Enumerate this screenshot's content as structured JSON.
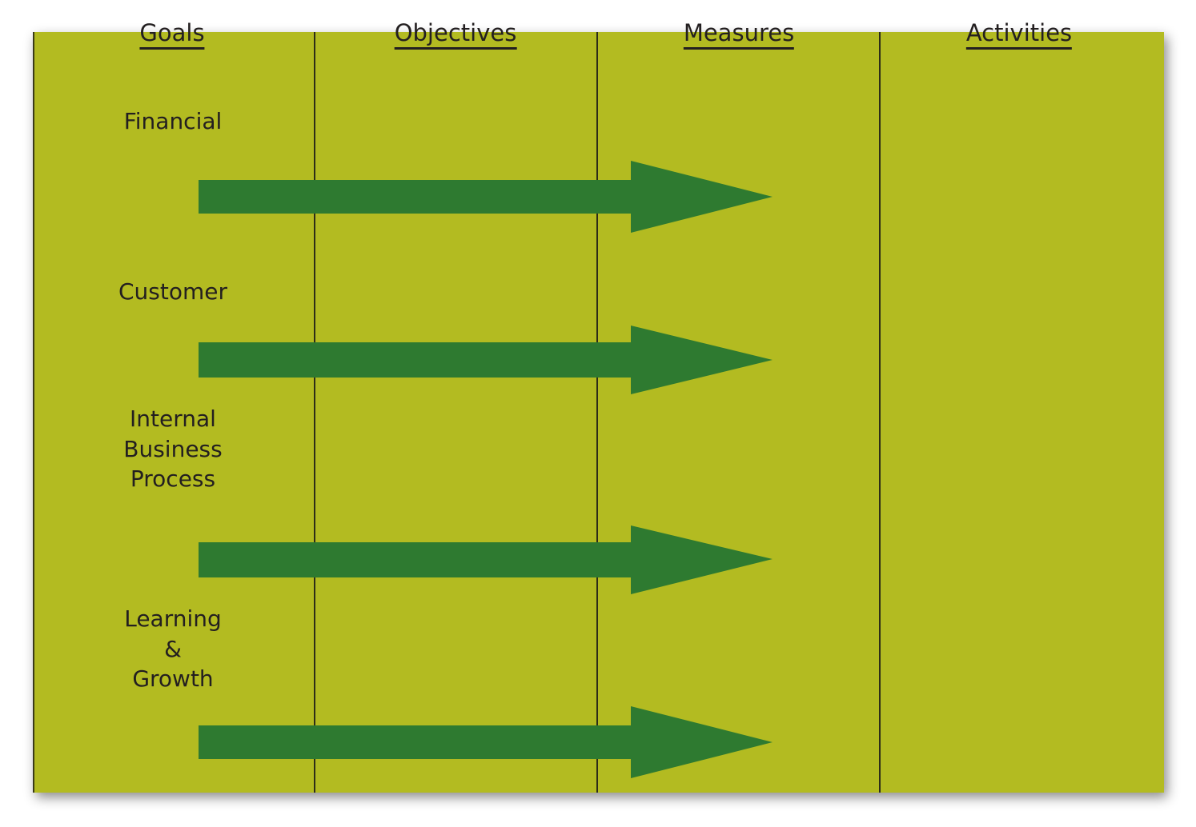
{
  "columns": [
    {
      "label": "Goals"
    },
    {
      "label": "Objectives"
    },
    {
      "label": "Measures"
    },
    {
      "label": "Activities"
    }
  ],
  "goals": [
    {
      "label": "Financial"
    },
    {
      "label": "Customer"
    },
    {
      "label": "Internal\nBusiness\nProcess"
    },
    {
      "label": "Learning\n&\nGrowth"
    }
  ],
  "colors": {
    "background": "#b3bb21",
    "arrow": "#2e7a30",
    "text": "#231f20",
    "divider": "#2d2d18"
  }
}
